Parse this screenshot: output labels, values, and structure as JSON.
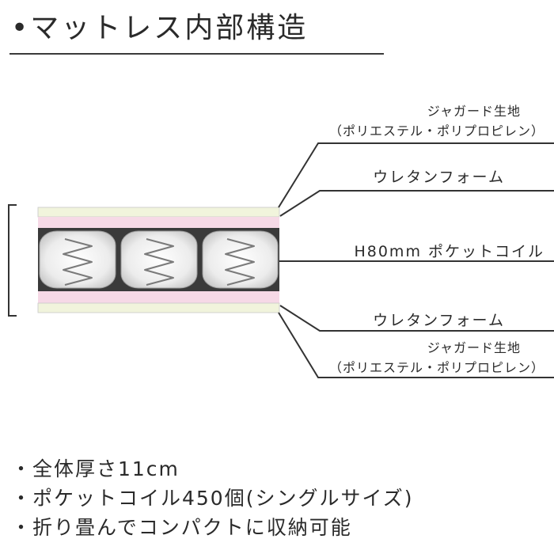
{
  "title": "•マットレス内部構造",
  "labels": {
    "top_fabric_line1": "ジャガード生地",
    "top_fabric_line2": "（ポリエステル・ポリプロピレン）",
    "top_foam": "ウレタンフォーム",
    "coil": "H80mm ポケットコイル",
    "bottom_foam": "ウレタンフォーム",
    "bottom_fabric_line1": "ジャガード生地",
    "bottom_fabric_line2": "（ポリエステル・ポリプロピレン）"
  },
  "features": [
    "・全体厚さ11cm",
    "・ポケットコイル450個(シングルサイズ)",
    "・折り畳んでコンパクトに収納可能"
  ],
  "colors": {
    "fabric": "#f1f4dc",
    "foam": "#f6d9e6",
    "coil_gap": "#3a3a3a",
    "coil_pocket": "#ececec",
    "line": "#333333"
  }
}
